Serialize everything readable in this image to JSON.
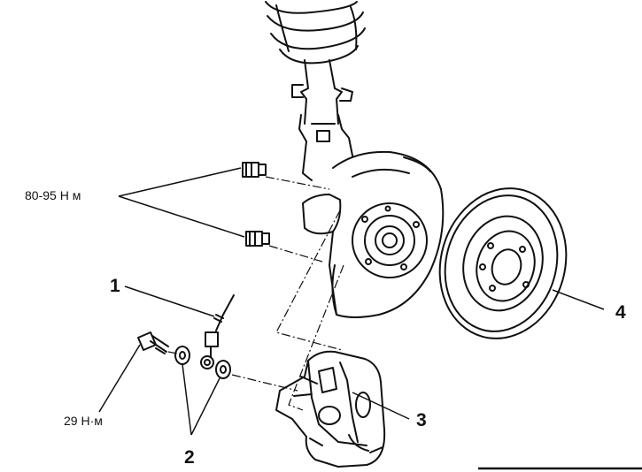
{
  "callouts": {
    "torque_hub_bolts": "80-95 Н м",
    "torque_caliper_bolt": "29 Н·м",
    "part_1": "1",
    "part_2": "2",
    "part_3": "3",
    "part_4": "4"
  },
  "colors": {
    "ink": "#111111",
    "paper": "#ffffff"
  }
}
